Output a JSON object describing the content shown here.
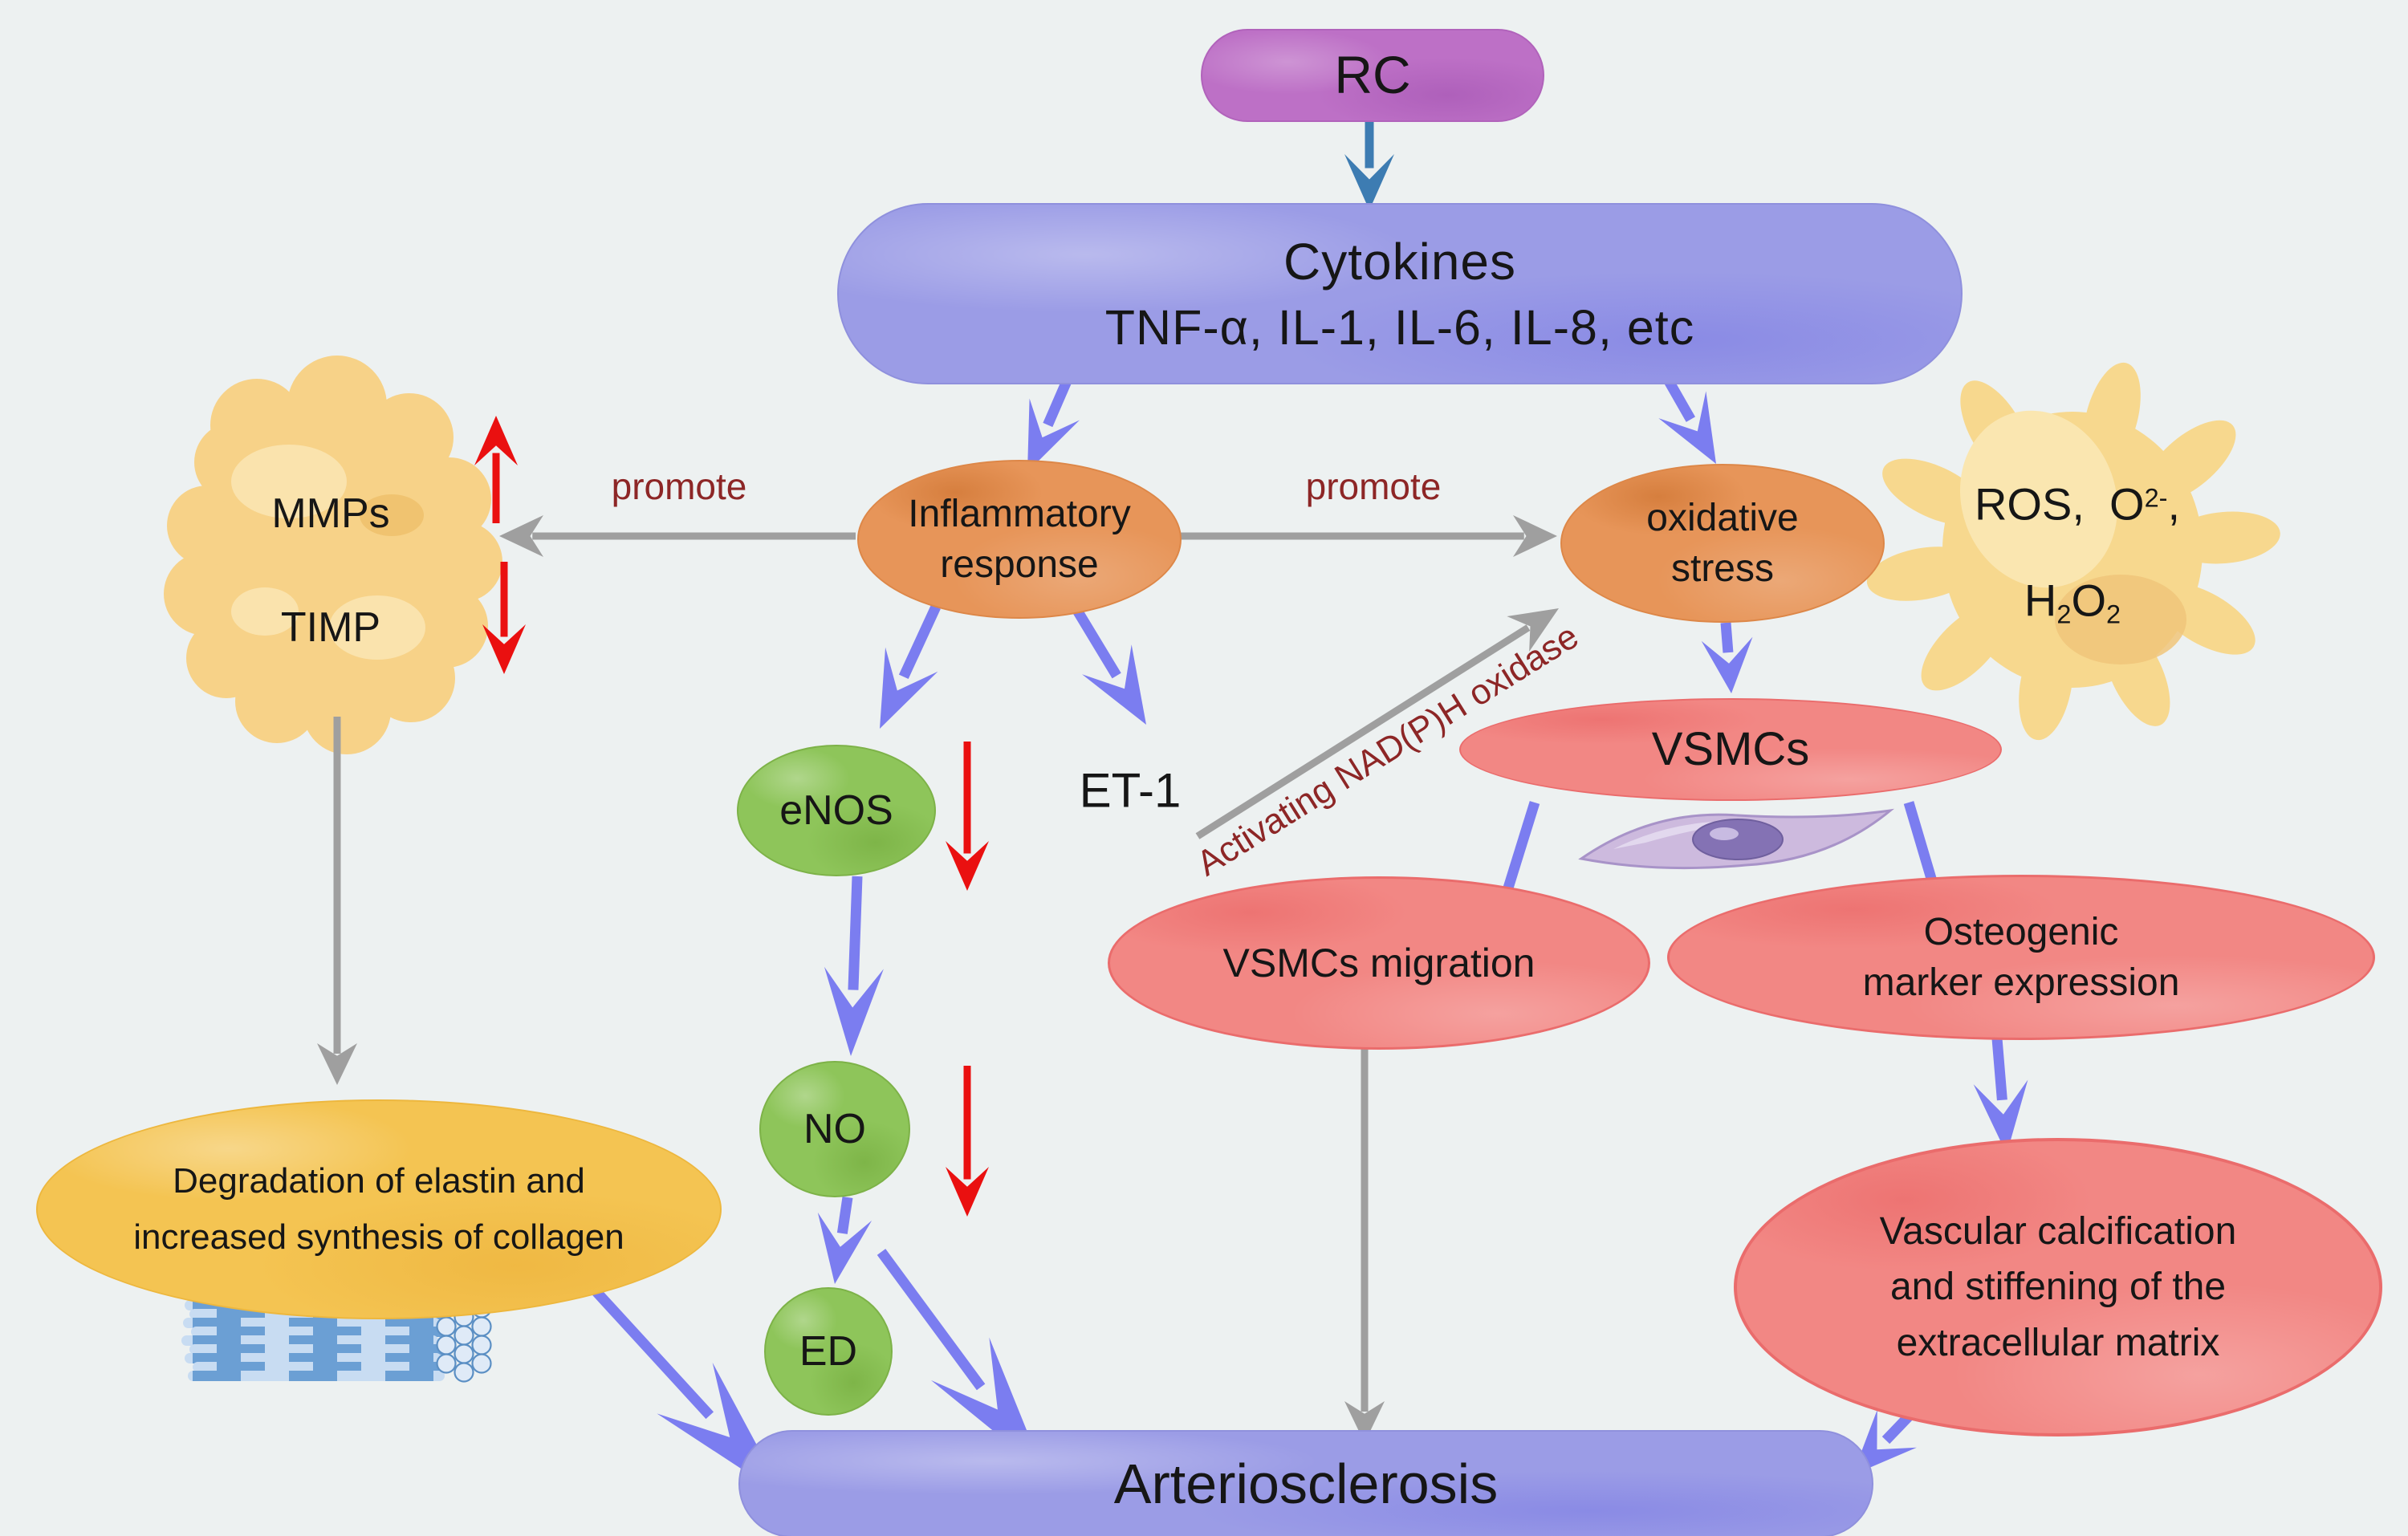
{
  "title": "Pathway diagram: RC to Arteriosclerosis",
  "palette": {
    "background": "#edf1f1",
    "periwinkle_node": "#9b9ce6",
    "purple_node": "#bd70c6",
    "orange_node": "#e79559",
    "yellow_blob": "#f7d288",
    "green_node": "#8ec55a",
    "pink_node": "#f28784",
    "gold_node": "#f4c452",
    "blue_arrow": "#7b7df0",
    "teal_arrow": "#3d7cb2",
    "gray_arrow": "#9f9f9f",
    "red_arrow": "#ea1010",
    "dark_red_text": "#8d2626"
  },
  "nodes": {
    "rc": {
      "label": "RC"
    },
    "cytokines": {
      "line1": "Cytokines",
      "line2": "TNF-α, IL-1, IL-6, IL-8, etc"
    },
    "inflammatory": {
      "line1": "Inflammatory",
      "line2": "response"
    },
    "oxidative": {
      "line1": "oxidative",
      "line2": "stress"
    },
    "mmps": {
      "line1": "MMPs",
      "line2": "TIMP"
    },
    "ros": {
      "part1": "ROS,  O",
      "sup": "2-",
      "part2": ",",
      "h2o2_base1": "H",
      "h2o2_sub1": "2",
      "h2o2_base2": "O",
      "h2o2_sub2": "2"
    },
    "enos": {
      "label": "eNOS"
    },
    "no": {
      "label": "NO"
    },
    "ed": {
      "label": "ED"
    },
    "et1": {
      "label": "ET-1"
    },
    "vsmcs": {
      "label": "VSMCs"
    },
    "migration": {
      "label": "VSMCs migration"
    },
    "osteogenic": {
      "line1": "Osteogenic",
      "line2": "marker expression"
    },
    "vascular": {
      "line1": "Vascular calcification",
      "line2": "and stiffening of the",
      "line3": "extracellular matrix"
    },
    "degradation": {
      "line1": "Degradation of elastin and",
      "line2": "increased synthesis of collagen"
    },
    "arteriosclerosis": {
      "label": "Arteriosclerosis"
    }
  },
  "labels": {
    "promote_left": "promote",
    "promote_right": "promote",
    "nadph": "Activating NAD(P)H oxidase"
  }
}
